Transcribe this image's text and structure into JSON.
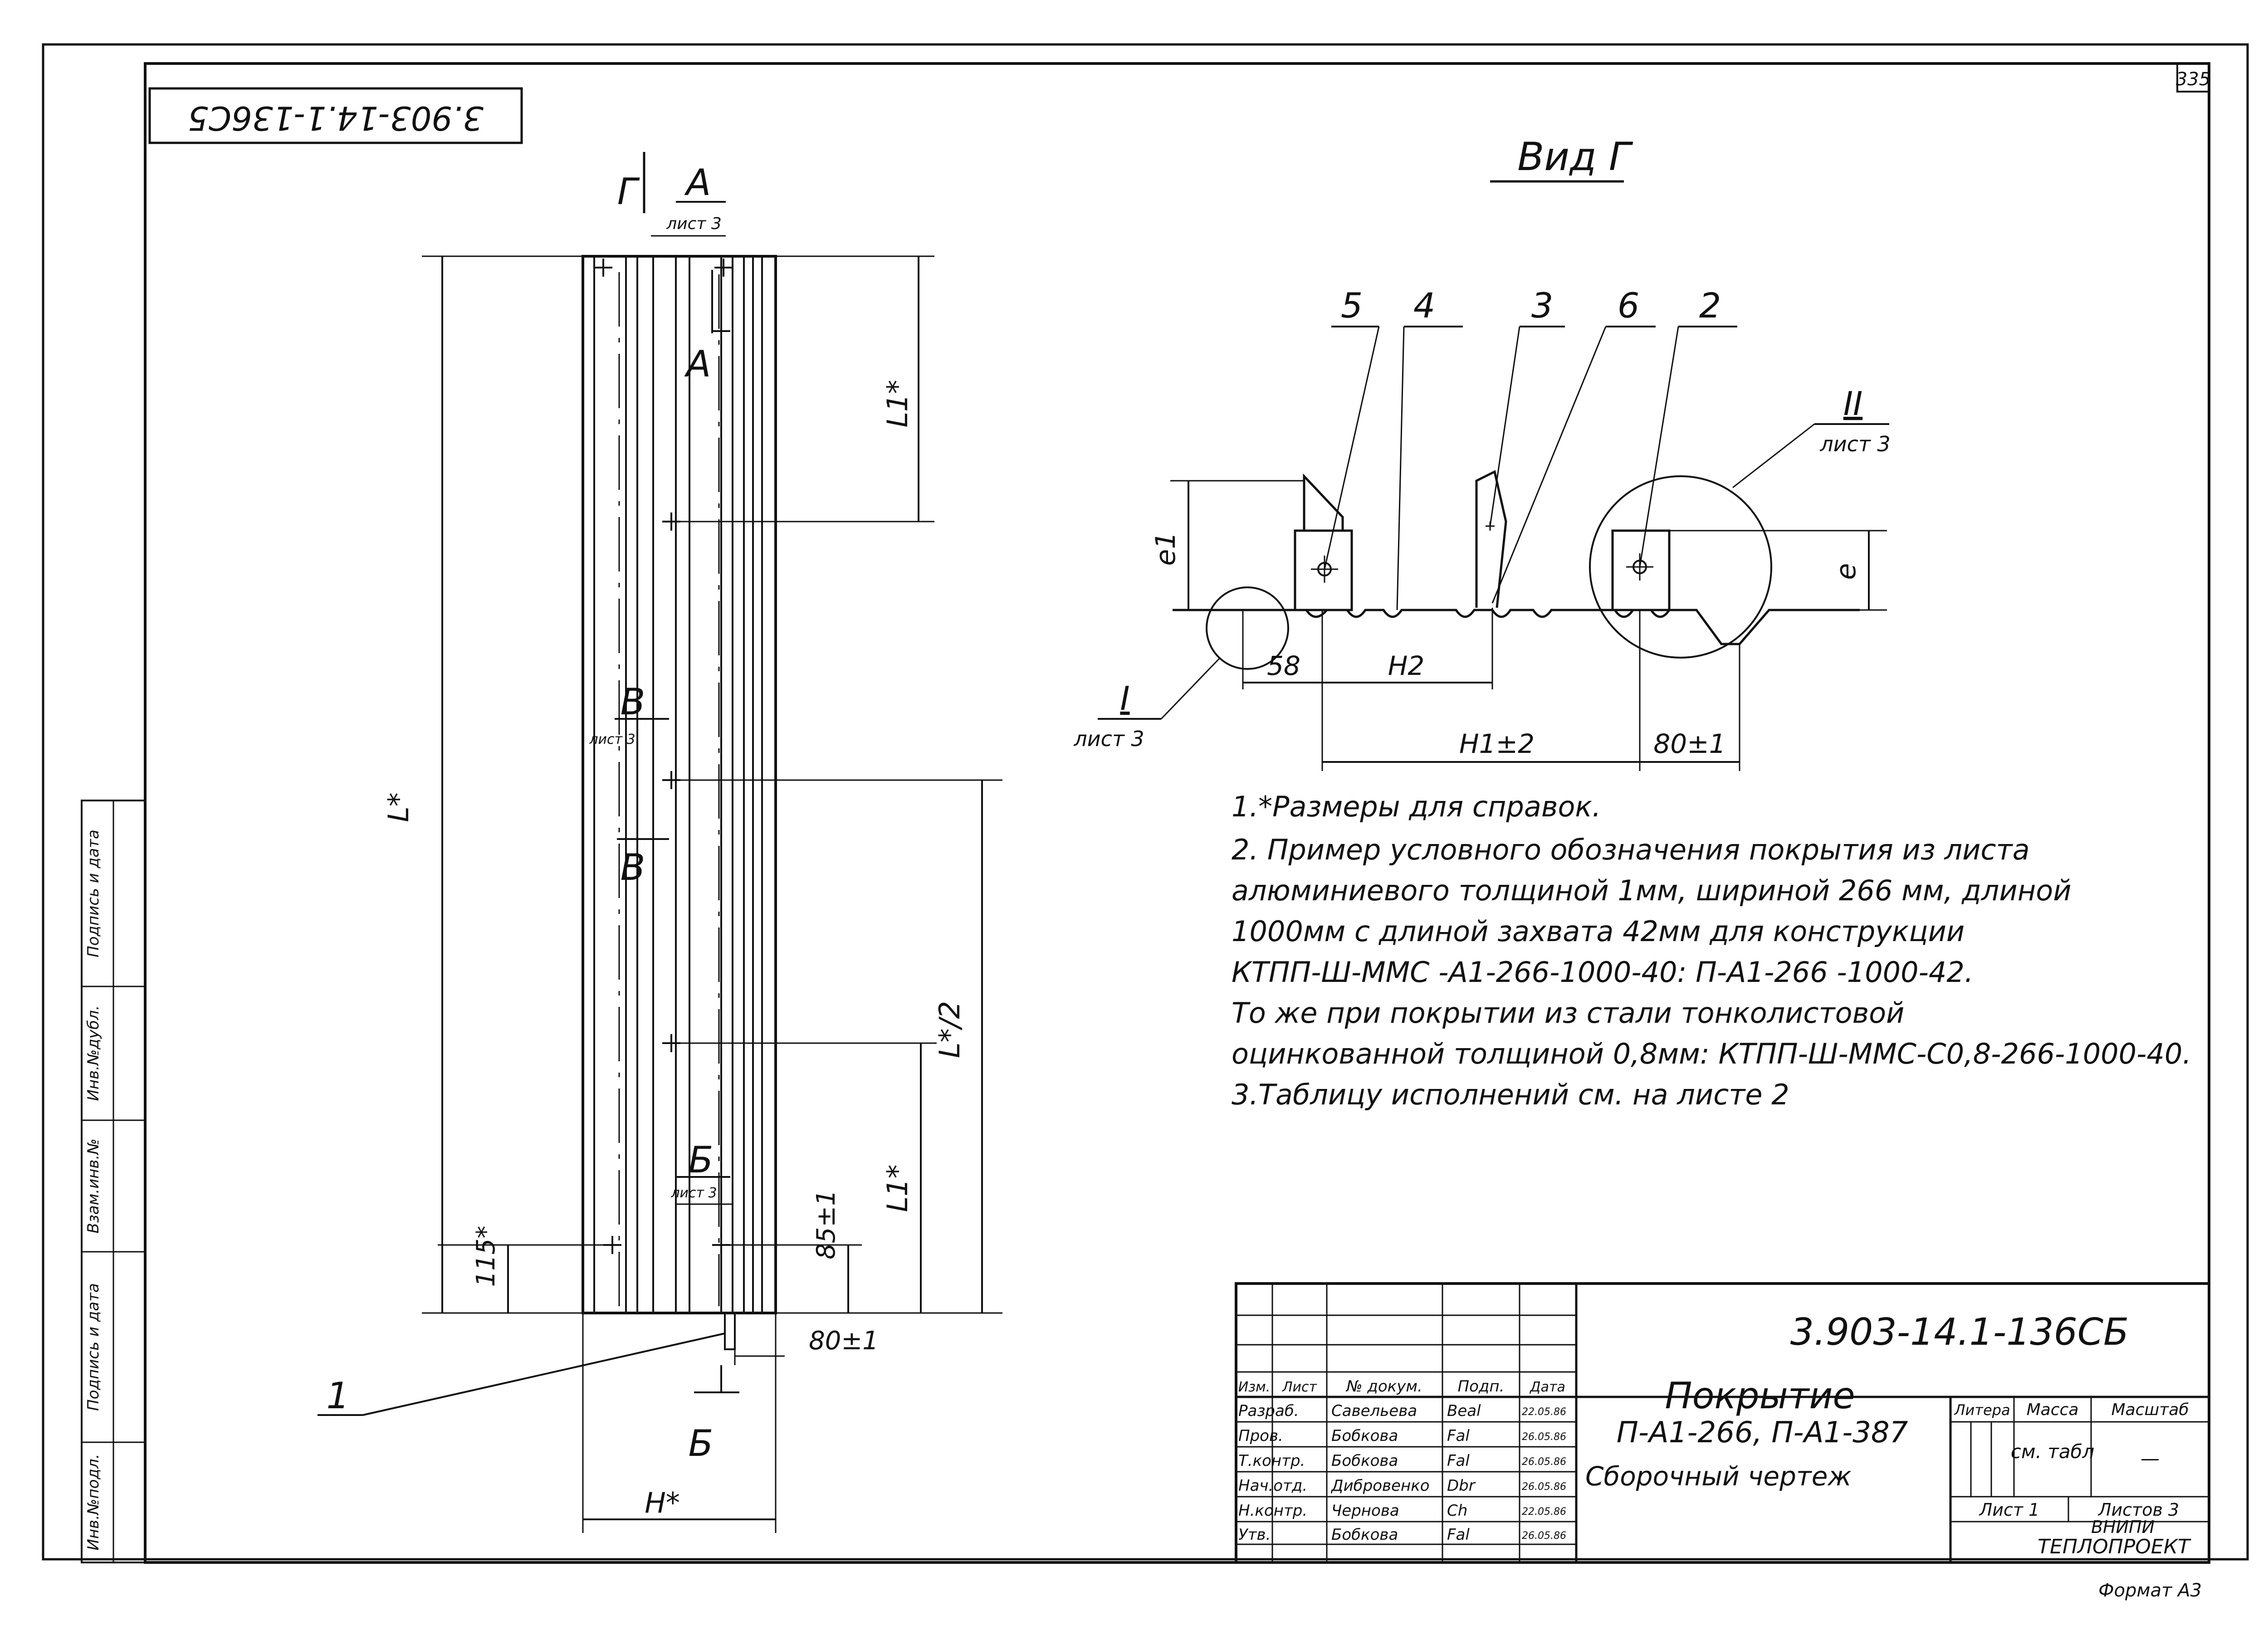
{
  "sheet": {
    "page_number": "335",
    "stamp_code": "3.903-14.1-136С5",
    "format": "Формат А3"
  },
  "side_strip": {
    "cells": [
      "Инв.№подл.",
      "Подпись и дата",
      "Взам.инв.№",
      "Инв.№дубл.",
      "Подпись и дата"
    ]
  },
  "plan": {
    "labels": {
      "view_G": "Г",
      "section_A": "А",
      "ref_sheet3": "лист 3",
      "section_V": "В",
      "section_B": "Б",
      "dim_L": "L*",
      "dim_L1": "L1*",
      "dim_L2": "L*/2",
      "dim_115": "115*",
      "dim_85": "85±1",
      "dim_80": "80±1",
      "dim_H": "H*",
      "leader_1": "1"
    }
  },
  "view": {
    "title": "Вид Г",
    "positions": [
      "5",
      "4",
      "3",
      "6",
      "2"
    ],
    "callout_II": "II",
    "callout_II_ref": "лист 3",
    "callout_I": "I",
    "callout_I_ref": "лист 3",
    "dim_e1": "e1",
    "dim_e": "e",
    "dim_58": "58",
    "dim_H2": "H2",
    "dim_H1": "H1±2",
    "dim_80": "80±1"
  },
  "notes": [
    "1.*Размеры для справок.",
    "2. Пример условного обозначения покрытия из листа",
    "алюминиевого толщиной 1мм, шириной 266 мм, длиной",
    "1000мм с длиной захвата 42мм для конструкции",
    "КТПП-Ш-ММС -А1-266-1000-40: П-А1-266 -1000-42.",
    "То же при покрытии из стали тонколистовой",
    "оцинкованной толщиной 0,8мм: КТПП-Ш-ММС-С0,8-266-1000-40.",
    "3.Таблицу исполнений см. на листе 2"
  ],
  "title_block": {
    "doc_code": "3.903-14.1-136СБ",
    "title_line1": "Покрытие",
    "title_line2": "П-А1-266, П-А1-387",
    "title_line3": "Сборочный чертеж",
    "headers": [
      "Изм.",
      "Лист",
      "№ докум.",
      "Подп.",
      "Дата"
    ],
    "col_litera": "Литера",
    "col_massa": "Масса",
    "col_masshtab": "Масштаб",
    "massa_value": "см. табл",
    "masshtab_value": "—",
    "sheet_label": "Лист 1",
    "sheets_label": "Листов 3",
    "org_line1": "ВНИПИ",
    "org_line2": "ТЕПЛОПРОЕКТ",
    "roles": [
      {
        "role": "Разраб.",
        "name": "Савельева",
        "sign": "Beal",
        "date": "22.05.86"
      },
      {
        "role": "Пров.",
        "name": "Бобкова",
        "sign": "Fal",
        "date": "26.05.86"
      },
      {
        "role": "Т.контр.",
        "name": "Бобкова",
        "sign": "Fal",
        "date": "26.05.86"
      },
      {
        "role": "Нач.отд.",
        "name": "Дибровенко",
        "sign": "Dbr",
        "date": "26.05.86"
      },
      {
        "role": "Н.контр.",
        "name": "Чернова",
        "sign": "Ch",
        "date": "22.05.86"
      },
      {
        "role": "Утв.",
        "name": "Бобкова",
        "sign": "Fal",
        "date": "26.05.86"
      }
    ]
  }
}
